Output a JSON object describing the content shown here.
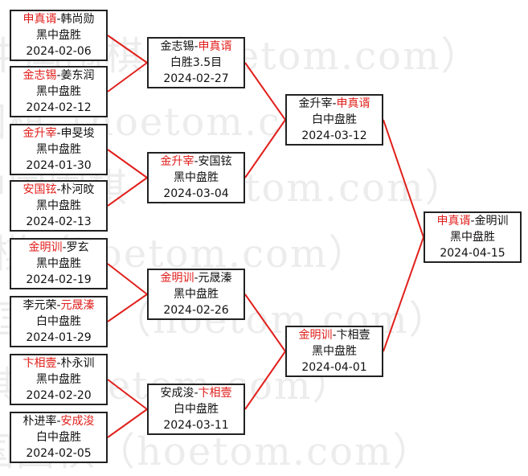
{
  "watermark": "中国围棋（hoetom.com）",
  "colors": {
    "winner": "#e0201c",
    "connector": "#e0201c",
    "border": "#222222",
    "text": "#111111"
  },
  "matches": {
    "r1_1": {
      "p1": "申真谞",
      "sep": "-",
      "p2": "韩尚勋",
      "winner": 1,
      "result": "黑中盘胜",
      "date": "2024-02-06"
    },
    "r1_2": {
      "p1": "金志锡",
      "sep": "-",
      "p2": "姜东润",
      "winner": 1,
      "result": "黑中盘胜",
      "date": "2024-02-12"
    },
    "r1_3": {
      "p1": "金升宰",
      "sep": "-",
      "p2": "申旻埈",
      "winner": 1,
      "result": "黑中盘胜",
      "date": "2024-01-30"
    },
    "r1_4": {
      "p1": "安国铉",
      "sep": "-",
      "p2": "朴河旼",
      "winner": 1,
      "result": "黑中盘胜",
      "date": "2024-02-13"
    },
    "r1_5": {
      "p1": "金明训",
      "sep": "-",
      "p2": "罗玄",
      "winner": 1,
      "result": "黑中盘胜",
      "date": "2024-02-19"
    },
    "r1_6": {
      "p1": "李元荣",
      "sep": "-",
      "p2": "元晟溱",
      "winner": 2,
      "result": "白中盘胜",
      "date": "2024-01-29"
    },
    "r1_7": {
      "p1": "卞相壹",
      "sep": "-",
      "p2": "朴永训",
      "winner": 1,
      "result": "黑中盘胜",
      "date": "2024-02-20"
    },
    "r1_8": {
      "p1": "朴进率",
      "sep": "-",
      "p2": "安成浚",
      "winner": 2,
      "result": "白中盘胜",
      "date": "2024-02-05"
    },
    "r2_1": {
      "p1": "金志锡",
      "sep": "-",
      "p2": "申真谞",
      "winner": 2,
      "result": "白胜3.5目",
      "date": "2024-02-27"
    },
    "r2_2": {
      "p1": "金升宰",
      "sep": "-",
      "p2": "安国铉",
      "winner": 1,
      "result": "黑中盘胜",
      "date": "2024-03-04"
    },
    "r2_3": {
      "p1": "金明训",
      "sep": "-",
      "p2": "元晟溱",
      "winner": 1,
      "result": "黑中盘胜",
      "date": "2024-02-26"
    },
    "r2_4": {
      "p1": "安成浚",
      "sep": "-",
      "p2": "卞相壹",
      "winner": 2,
      "result": "白中盘胜",
      "date": "2024-03-11"
    },
    "r3_1": {
      "p1": "金升宰",
      "sep": "-",
      "p2": "申真谞",
      "winner": 2,
      "result": "白中盘胜",
      "date": "2024-03-12"
    },
    "r3_2": {
      "p1": "金明训",
      "sep": "-",
      "p2": "卞相壹",
      "winner": 1,
      "result": "黑中盘胜",
      "date": "2024-04-01"
    },
    "final": {
      "p1": "申真谞",
      "sep": "-",
      "p2": "金明训",
      "winner": 1,
      "result": "黑中盘胜",
      "date": "2024-04-15"
    }
  }
}
